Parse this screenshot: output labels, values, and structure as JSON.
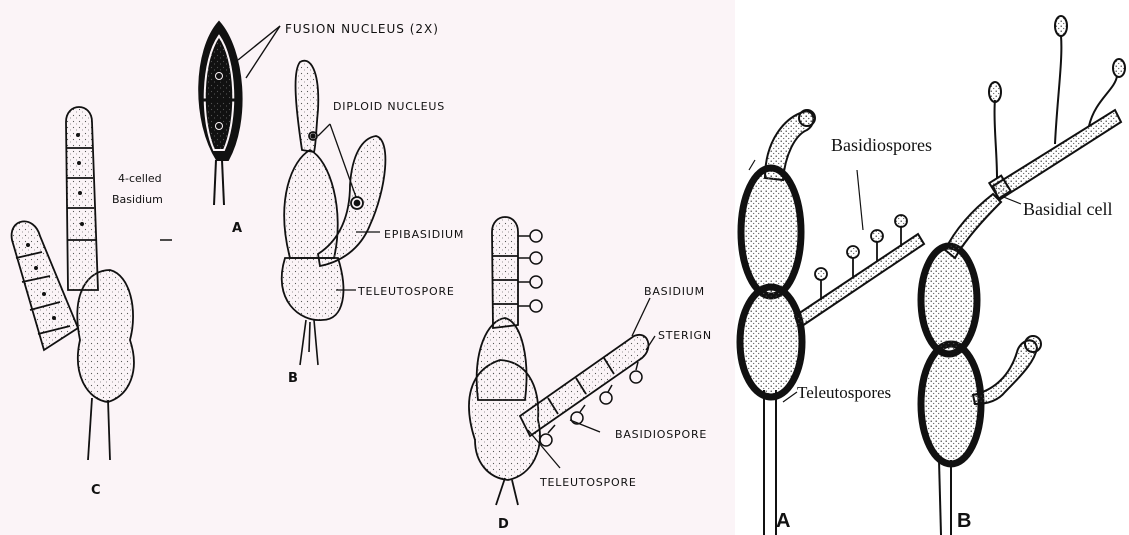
{
  "left_diagram": {
    "labels": {
      "fusion_nucleus": "FUSION NUCLEUS (2X)",
      "diploid_nucleus": "DIPLOID NUCLEUS",
      "four_celled_line1": "4-celled",
      "four_celled_line2": "Basidium",
      "epibasidium": "EPIBASIDIUM",
      "teleutospore_b": "TELEUTOSPORE",
      "basidium": "BASIDIUM",
      "sterigma": "STERIGN",
      "basidiospore": "BASIDIOSPORE",
      "teleutospore_d": "TELEUTOSPORE"
    },
    "panel_letters": {
      "a": "A",
      "b": "B",
      "c": "C",
      "d": "D"
    }
  },
  "right_diagram": {
    "labels": {
      "basidiospores": "Basidiospores",
      "basidial_cell": "Basidial cell",
      "teleutospores": "Teleutospores"
    },
    "panel_letters": {
      "a": "A",
      "b": "B"
    }
  }
}
